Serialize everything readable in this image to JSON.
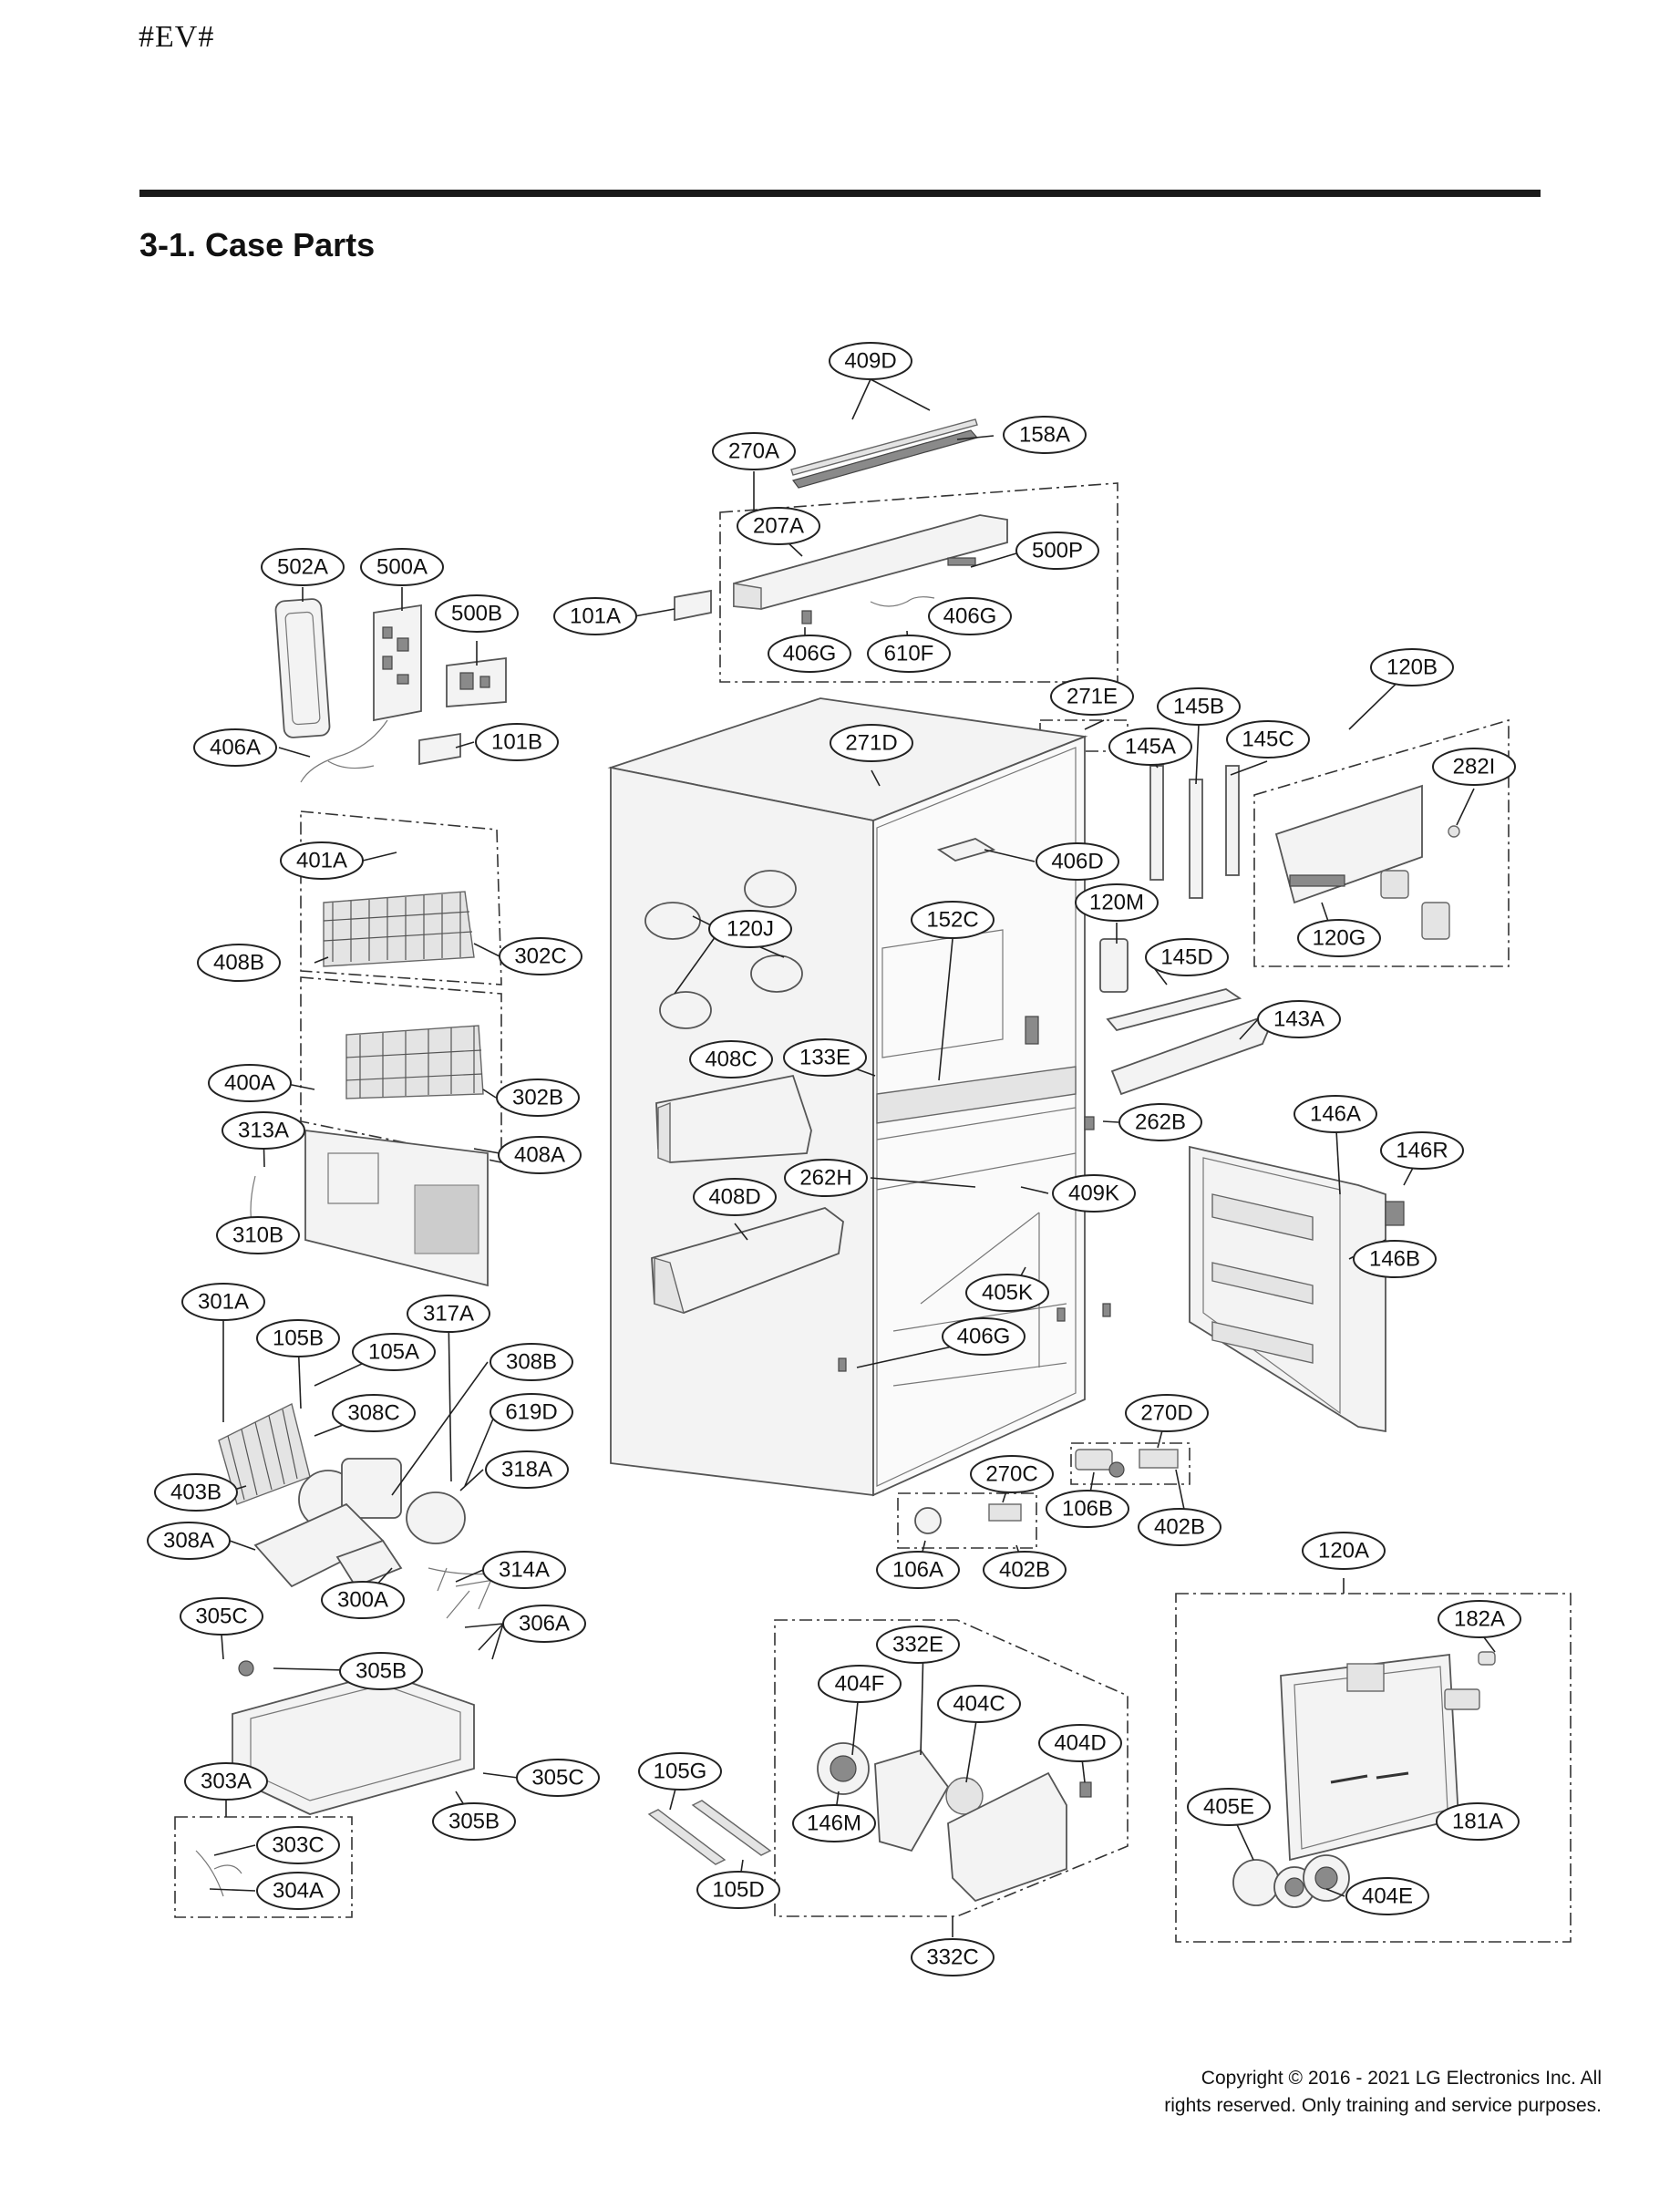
{
  "page": {
    "tag": "#EV#",
    "heading": "3-1. Case Parts",
    "copyright_line1": "Copyright © 2016 - 2021 LG Electronics Inc. All",
    "copyright_line2": "rights reserved. Only training and service purposes."
  },
  "callouts": [
    "409D",
    "158A",
    "270A",
    "207A",
    "500P",
    "406G",
    "406G",
    "610F",
    "101A",
    "502A",
    "500A",
    "500B",
    "406A",
    "101B",
    "271E",
    "145B",
    "120B",
    "145C",
    "145A",
    "271D",
    "282I",
    "401A",
    "406D",
    "120M",
    "120J",
    "152C",
    "120G",
    "145D",
    "408B",
    "302C",
    "143A",
    "408C",
    "133E",
    "400A",
    "302B",
    "262B",
    "146A",
    "313A",
    "408A",
    "146R",
    "262H",
    "408D",
    "409K",
    "310B",
    "146B",
    "405K",
    "301A",
    "317A",
    "105B",
    "406G",
    "105A",
    "308B",
    "308C",
    "619D",
    "270D",
    "318A",
    "403B",
    "270C",
    "106B",
    "402B",
    "308A",
    "314A",
    "106A",
    "402B",
    "120A",
    "300A",
    "305C",
    "306A",
    "332E",
    "182A",
    "305B",
    "404F",
    "404C",
    "404D",
    "303A",
    "105G",
    "305C",
    "405E",
    "305B",
    "181A",
    "303C",
    "146M",
    "304A",
    "105D",
    "404E",
    "332C"
  ]
}
